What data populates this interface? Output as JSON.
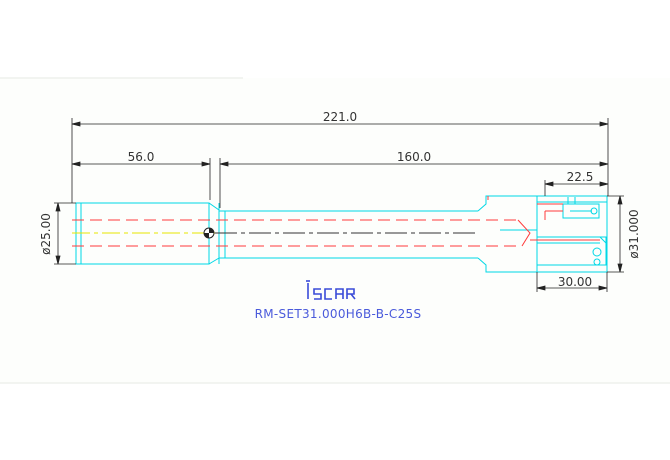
{
  "drawing": {
    "part_number": "RM-SET31.000H6B-B-C25S",
    "logo": {
      "name": "iscar-logo",
      "text": "ISCAR"
    },
    "dimensions": {
      "overall_length": "221.0",
      "shank_length": "56.0",
      "body_length": "160.0",
      "head_length": "22.5",
      "head_width": "30.00",
      "shank_diameter": "ø25.00",
      "head_diameter": "ø31.000"
    },
    "colors": {
      "background": "#ffffff",
      "sheet": "#fdfefc",
      "sheet_border": "#e6eae3",
      "tool_outline": "#00d8e6",
      "dimension": "#222222",
      "centerline_dash": "#ff3b3b",
      "coolant": "#e6e600",
      "part_text": "#4a5adb",
      "logo": "#3a4bd8"
    }
  }
}
